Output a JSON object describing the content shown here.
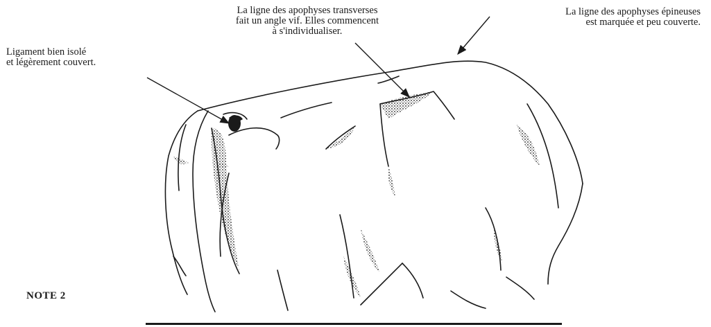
{
  "annotations": {
    "ligament": "Ligament bien isolé\net légèrement couvert.",
    "transverse_processes": "La ligne des apophyses transverses\nfait un angle vif. Elles commencent\nà s'individualiser.",
    "spinous_processes": "La ligne des apophyses épineuses\nest marquée et peu couverte."
  },
  "note": "NOTE 2",
  "colors": {
    "ink": "#1a1a1a",
    "background": "#ffffff"
  }
}
